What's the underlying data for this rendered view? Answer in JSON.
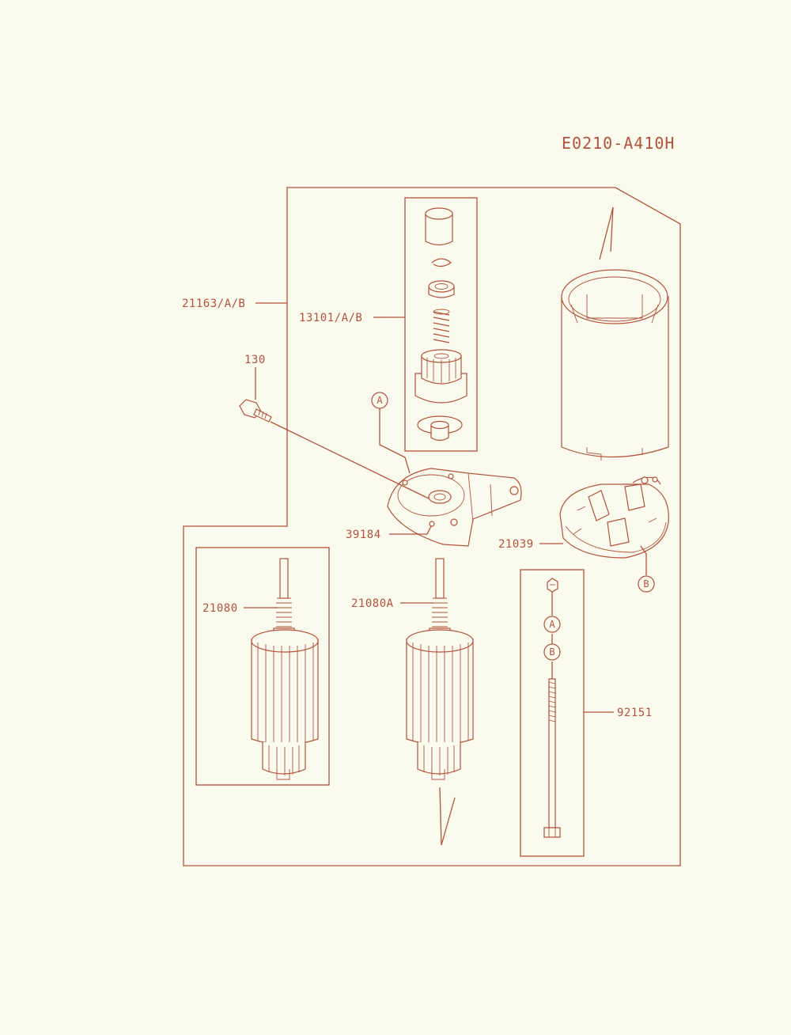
{
  "diagram_code": "E0210-A410H",
  "part_labels": {
    "p21163": "21163/A/B",
    "p13101": "13101/A/B",
    "p130": "130",
    "p39184": "39184",
    "p21039": "21039",
    "p21080": "21080",
    "p21080A": "21080A",
    "p92151": "92151"
  },
  "ref_markers": {
    "a1": "A",
    "b1": "B",
    "a2": "A",
    "b2": "B"
  },
  "colors": {
    "line": "#b5523a",
    "background": "#fbfaee"
  }
}
